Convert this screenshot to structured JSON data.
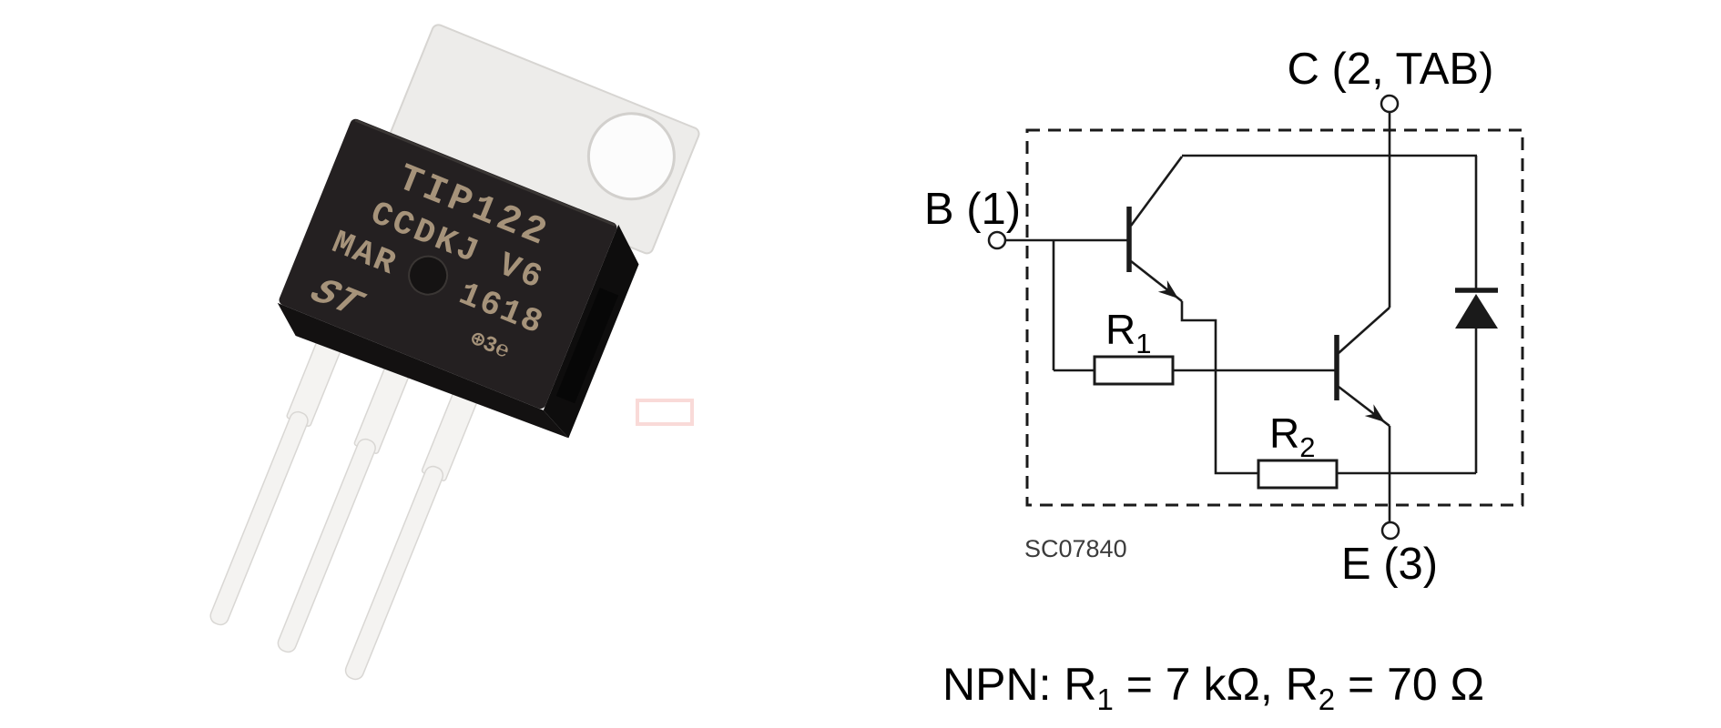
{
  "photo": {
    "markings": {
      "line1": "TIP122",
      "line2": "CCDKJ V6",
      "line3a": "MAR",
      "line3b": "1618",
      "logo": "ST",
      "lot_mark": "⊕3℮"
    },
    "colors": {
      "body": "#242021",
      "body_side": "#0e0d0d",
      "body_edge_highlight": "#4a4642",
      "tab": "#edecea",
      "tab_edge": "#d7d5d2",
      "hole": "#fcfcfc",
      "legs": "#f4f3f1",
      "leg_edge": "#d9d7d4",
      "marking_text": "#a6937a",
      "dimple": "#151313",
      "watermark": "#e2574d"
    }
  },
  "schematic": {
    "colors": {
      "line": "#1a1a1a",
      "label": "#000000",
      "figure_id_color": "#3c3c3c",
      "component_fill": "#ffffff"
    },
    "terminals": {
      "collector": "C (2, TAB)",
      "base": "B (1)",
      "emitter": "E (3)"
    },
    "components": {
      "r1_name": "R",
      "r1_sub": "1",
      "r2_name": "R",
      "r2_sub": "2"
    },
    "figure_id": "SC07840"
  },
  "caption": {
    "p1": "NPN: R",
    "s1": "1",
    "p2": " = 7 kΩ, R",
    "s2": "2",
    "p3": " = 70 Ω"
  }
}
